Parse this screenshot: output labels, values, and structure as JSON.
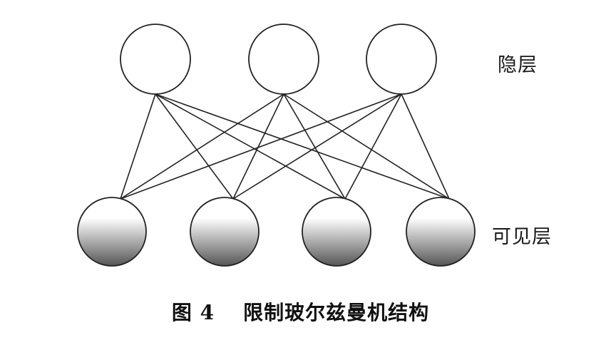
{
  "diagram": {
    "hidden_layer_label": "隐层",
    "visible_layer_label": "可见层",
    "hidden_unit_count": 3,
    "visible_unit_count": 4,
    "connectivity": "full-bipartite",
    "colors": {
      "hidden_fill": "#ffffff",
      "visible_gradient_top": "#ffffff",
      "visible_gradient_bottom": "#555555",
      "stroke": "#222222"
    }
  },
  "caption": {
    "figure_number": "图 4",
    "title": "限制玻尔兹曼机结构"
  }
}
